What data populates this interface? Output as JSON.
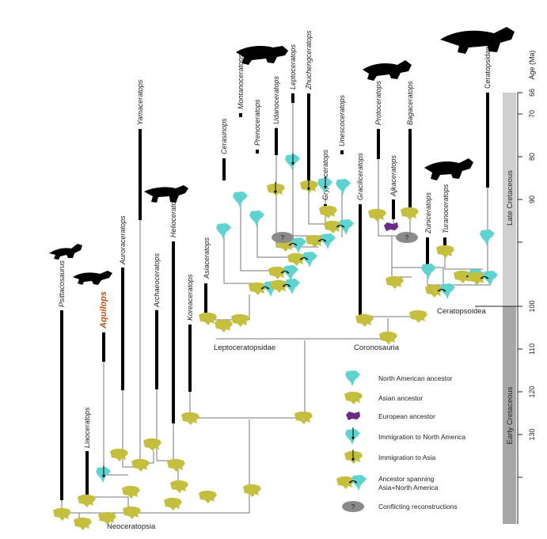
{
  "figure": {
    "axis_title": "Age (Ma)",
    "age_ticks": [
      "66",
      "70",
      "80",
      "90",
      "100",
      "110",
      "120",
      "130"
    ],
    "periods": [
      {
        "label": "Late Cretaceous",
        "color": "#cfcfcf"
      },
      {
        "label": "Early Cretaceous",
        "color": "#a7a7a7"
      }
    ],
    "clades": {
      "neoceratopsia": "Neoceratopsia",
      "leptoceratopsidae": "Leptoceratopsidae",
      "coronosauria": "Coronosauria",
      "ceratopsoidea": "Ceratopsoidea"
    },
    "taxa": {
      "psittacosaurus": "Psittacosaurus",
      "liaoceratops": "Liaoceratops",
      "aquilops": "Aquilops",
      "auroraceratops": "Auroraceratops",
      "yamaceratops": "Yamaceratops",
      "archaeoceratops": "Archaeoceratops",
      "helioceratops": "Helioceratops",
      "koreaceratops": "Koreaceratops",
      "asiaceratops": "Asiaceratops",
      "cerasinops": "Cerasinops",
      "montanoceratops": "Montanoceratops",
      "prenoceratops": "Prenoceratops",
      "udanoceratops": "Udanoceratops",
      "leptoceratops": "Leptoceratops",
      "zhuchengceratops": "Zhuchengceratops",
      "gryphoceratops": "Gryphoceratops",
      "unescoceratops": "Unescoceratops",
      "graciliceratops": "Graciliceratops",
      "protoceratops": "Protoceratops",
      "ajkaceratops": "Ajkaceratops",
      "bagaceratops": "Bagaceratops",
      "zuniceratops": "Zuniceratops",
      "turanoceratops": "Turanoceratops",
      "ceratopsidae": "Ceratopsidae"
    },
    "legend": [
      {
        "key": "na",
        "label": "North American ancestor"
      },
      {
        "key": "asia",
        "label": "Asian ancestor"
      },
      {
        "key": "eu",
        "label": "European ancestor"
      },
      {
        "key": "imm_na",
        "label": "Immigration to North America"
      },
      {
        "key": "imm_asia",
        "label": "Immigration to Asia"
      },
      {
        "key": "span1",
        "label": "Ancestor spanning"
      },
      {
        "key": "span2",
        "label": "Asia+North America"
      },
      {
        "key": "conflict",
        "label": "Conflicting reconstructions"
      }
    ],
    "conflict_symbol": "?",
    "colors": {
      "na": "#5fd3cf",
      "asia": "#c4bf3f",
      "eu": "#6a2a8a",
      "conflict": "#8a8a8a",
      "aquilops_label": "#c0521b",
      "range_bar": "#000000"
    }
  }
}
